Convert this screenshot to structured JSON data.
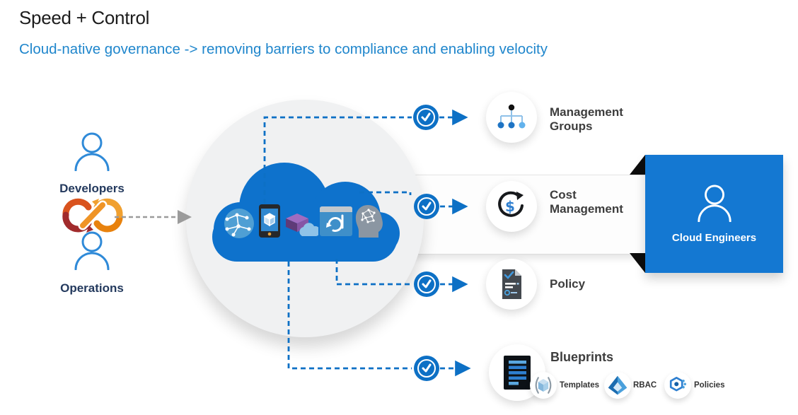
{
  "title": "Speed + Control",
  "subtitle": "Cloud-native governance -> removing barriers to compliance and enabling velocity",
  "colors": {
    "accent_blue": "#0d70c5",
    "subtitle_blue": "#1f86cc",
    "cloud_blue": "#0e72cc",
    "square_blue": "#1478d2",
    "label_dark": "#3d3d3d",
    "navy_label": "#243a5e",
    "gray_arrow": "#9b9b9b",
    "circle_gray": "#f0f1f2"
  },
  "left": {
    "roles": [
      {
        "label": "Developers",
        "icon": "person-icon"
      },
      {
        "label": "Operations",
        "icon": "person-icon"
      }
    ],
    "devops_icon": "devops-infinity-loop-icon"
  },
  "cloud": {
    "icon": "cloud-icon",
    "service_icons": [
      "globe-network-icon",
      "mobile-app-icon",
      "cube-and-cloud-icon",
      "window-loop-icon",
      "ai-head-icon"
    ]
  },
  "rows": [
    {
      "label": "Management Groups",
      "lines": [
        "Management",
        "Groups"
      ],
      "icon": "management-groups-icon",
      "check_icon": "checkmark-badge-icon"
    },
    {
      "label": "Cost Management",
      "lines": [
        "Cost",
        "Management"
      ],
      "icon": "cost-management-icon",
      "check_icon": "checkmark-badge-icon"
    },
    {
      "label": "Policy",
      "lines": [
        "Policy"
      ],
      "icon": "policy-icon",
      "check_icon": "checkmark-badge-icon"
    },
    {
      "label": "Blueprints",
      "lines": [
        "Blueprints"
      ],
      "icon": "blueprints-icon",
      "check_icon": "checkmark-badge-icon"
    }
  ],
  "engineers": {
    "label": "Cloud Engineers",
    "icon": "person-icon"
  },
  "sub_items": [
    {
      "label": "Templates",
      "icon": "templates-cube-icon"
    },
    {
      "label": "RBAC",
      "icon": "rbac-diamond-icon"
    },
    {
      "label": "Policies",
      "icon": "policies-hexagon-icon"
    }
  ]
}
